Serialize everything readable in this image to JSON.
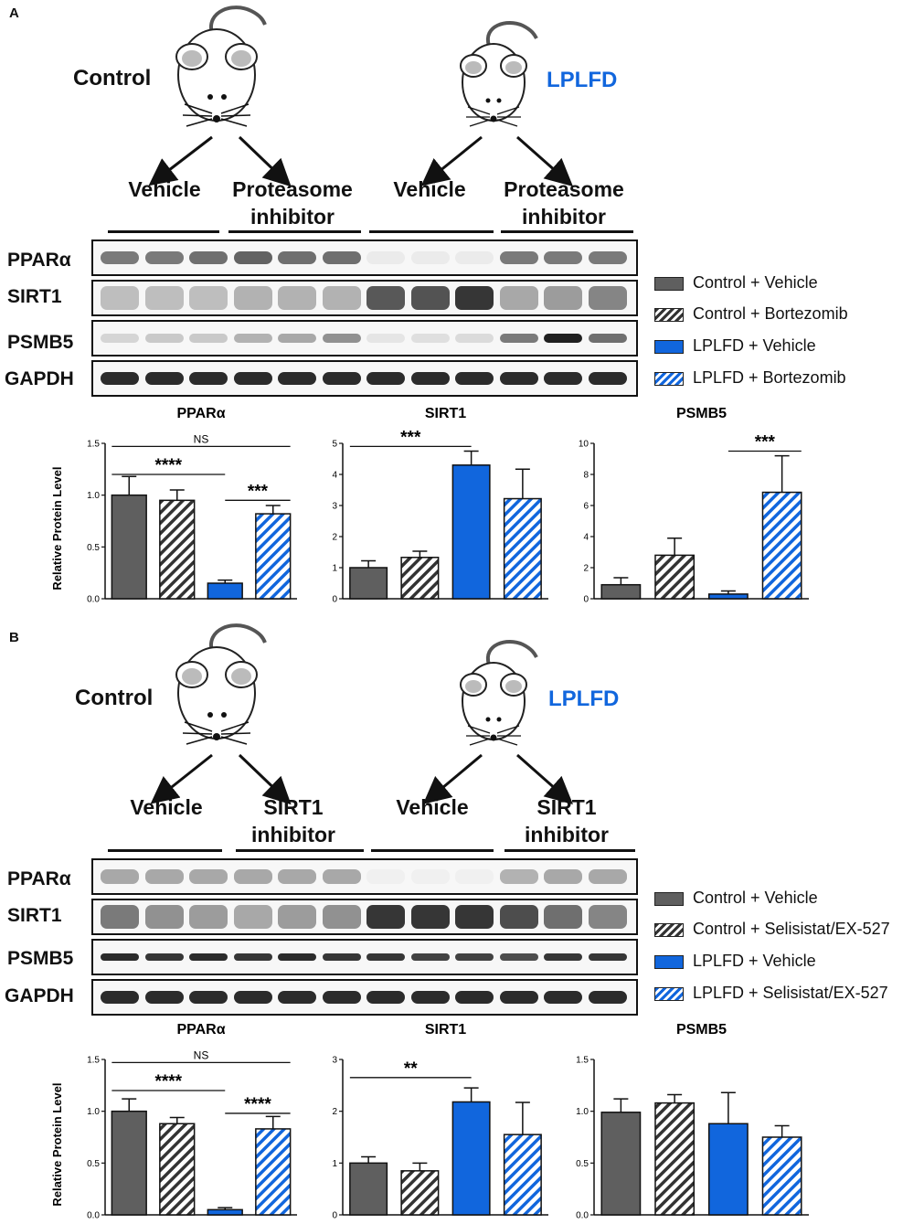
{
  "panels": [
    {
      "letter": "A",
      "groups": [
        "Control",
        "LPLFD"
      ],
      "treatments": [
        "Vehicle",
        "Proteasome inhibitor",
        "Vehicle",
        "Proteasome inhibitor"
      ],
      "blot_rows": [
        "PPARα",
        "SIRT1",
        "PSMB5",
        "GAPDH"
      ],
      "legend": [
        "Control + Vehicle",
        "Control + Bortezomib",
        "LPLFD + Vehicle",
        "LPLFD + Bortezomib"
      ]
    },
    {
      "letter": "B",
      "groups": [
        "Control",
        "LPLFD"
      ],
      "treatments": [
        "Vehicle",
        "SIRT1 inhibitor",
        "Vehicle",
        "SIRT1 inhibitor"
      ],
      "blot_rows": [
        "PPARα",
        "SIRT1",
        "PSMB5",
        "GAPDH"
      ],
      "legend": [
        "Control + Vehicle",
        "Control + Selisistat/EX-527",
        "LPLFD + Vehicle",
        "LPLFD + Selisistat/EX-527"
      ]
    }
  ],
  "colors": {
    "control": "#5f5f5f",
    "lplfd": "#1166dd",
    "blue_label": "#1166dd"
  },
  "chart_data": [
    {
      "type": "bar",
      "panel": "A",
      "title": "PPARα",
      "ylabel": "Relative Protein Level",
      "ylim": [
        0,
        1.5
      ],
      "yticks": [
        "0.0",
        "0.5",
        "1.0",
        "1.5"
      ],
      "values": [
        1.0,
        0.95,
        0.15,
        0.82
      ],
      "errors": [
        0.18,
        0.1,
        0.03,
        0.08
      ],
      "sig": [
        {
          "text": "NS",
          "from": 0,
          "to": 3,
          "y": 1.47,
          "size": "small"
        },
        {
          "text": "****",
          "from": 0,
          "to": 2,
          "y": 1.2,
          "size": "big"
        },
        {
          "text": "***",
          "from": 2,
          "to": 3,
          "y": 0.95,
          "size": "big"
        }
      ]
    },
    {
      "type": "bar",
      "panel": "A",
      "title": "SIRT1",
      "ylabel": "",
      "ylim": [
        0,
        5
      ],
      "yticks": [
        "0",
        "1",
        "2",
        "3",
        "4",
        "5"
      ],
      "values": [
        1.0,
        1.33,
        4.3,
        3.22
      ],
      "errors": [
        0.22,
        0.2,
        0.45,
        0.95
      ],
      "sig": [
        {
          "text": "***",
          "from": 0,
          "to": 2,
          "y": 4.9,
          "size": "big"
        }
      ]
    },
    {
      "type": "bar",
      "panel": "A",
      "title": "PSMB5",
      "ylabel": "",
      "ylim": [
        0,
        10
      ],
      "yticks": [
        "0",
        "2",
        "4",
        "6",
        "8",
        "10"
      ],
      "values": [
        0.9,
        2.8,
        0.3,
        6.85
      ],
      "errors": [
        0.45,
        1.1,
        0.2,
        2.35
      ],
      "sig": [
        {
          "text": "***",
          "from": 2,
          "to": 3,
          "y": 9.5,
          "size": "big"
        }
      ]
    },
    {
      "type": "bar",
      "panel": "B",
      "title": "PPARα",
      "ylabel": "Relative Protein Level",
      "ylim": [
        0,
        1.5
      ],
      "yticks": [
        "0.0",
        "0.5",
        "1.0",
        "1.5"
      ],
      "values": [
        1.0,
        0.88,
        0.05,
        0.83
      ],
      "errors": [
        0.12,
        0.06,
        0.02,
        0.12
      ],
      "sig": [
        {
          "text": "NS",
          "from": 0,
          "to": 3,
          "y": 1.47,
          "size": "small"
        },
        {
          "text": "****",
          "from": 0,
          "to": 2,
          "y": 1.2,
          "size": "big"
        },
        {
          "text": "****",
          "from": 2,
          "to": 3,
          "y": 0.98,
          "size": "big"
        }
      ]
    },
    {
      "type": "bar",
      "panel": "B",
      "title": "SIRT1",
      "ylabel": "",
      "ylim": [
        0,
        3
      ],
      "yticks": [
        "0",
        "1",
        "2",
        "3"
      ],
      "values": [
        1.0,
        0.85,
        2.18,
        1.55
      ],
      "errors": [
        0.12,
        0.15,
        0.27,
        0.62
      ],
      "sig": [
        {
          "text": "**",
          "from": 0,
          "to": 2,
          "y": 2.65,
          "size": "big"
        }
      ]
    },
    {
      "type": "bar",
      "panel": "B",
      "title": "PSMB5",
      "ylabel": "",
      "ylim": [
        0,
        1.5
      ],
      "yticks": [
        "0.0",
        "0.5",
        "1.0",
        "1.5"
      ],
      "values": [
        0.99,
        1.08,
        0.88,
        0.75
      ],
      "errors": [
        0.13,
        0.08,
        0.3,
        0.11
      ],
      "sig": []
    }
  ]
}
